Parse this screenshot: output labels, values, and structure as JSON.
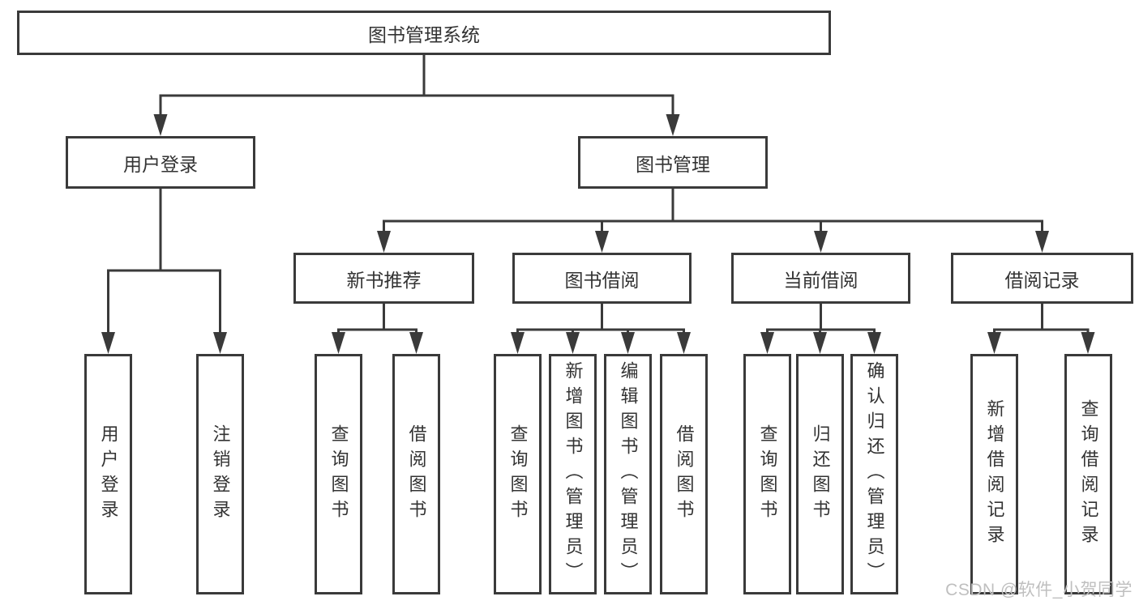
{
  "diagram": {
    "root": {
      "label": "图书管理系统"
    },
    "level2": {
      "user_login": {
        "label": "用户登录"
      },
      "book_management": {
        "label": "图书管理"
      }
    },
    "level3": {
      "new_book_recommend": {
        "label": "新书推荐"
      },
      "book_borrow": {
        "label": "图书借阅"
      },
      "current_borrow": {
        "label": "当前借阅"
      },
      "borrow_records": {
        "label": "借阅记录"
      }
    },
    "leaves": {
      "user_login": [
        "用户登录",
        "注销登录"
      ],
      "new_book_recommend": [
        "查询图书",
        "借阅图书"
      ],
      "book_borrow": [
        "查询图书",
        "新增图书（管理员）",
        "编辑图书（管理员）",
        "借阅图书"
      ],
      "current_borrow": [
        "查询图书",
        "归还图书",
        "确认归还（管理员）"
      ],
      "borrow_records": [
        "新增借阅记录",
        "查询借阅记录"
      ]
    },
    "watermark": "CSDN @软件_小贺同学",
    "colors": {
      "line": "#3a3a3a",
      "text": "#333333",
      "watermark": "#bfbfbf",
      "background": "#ffffff"
    }
  }
}
